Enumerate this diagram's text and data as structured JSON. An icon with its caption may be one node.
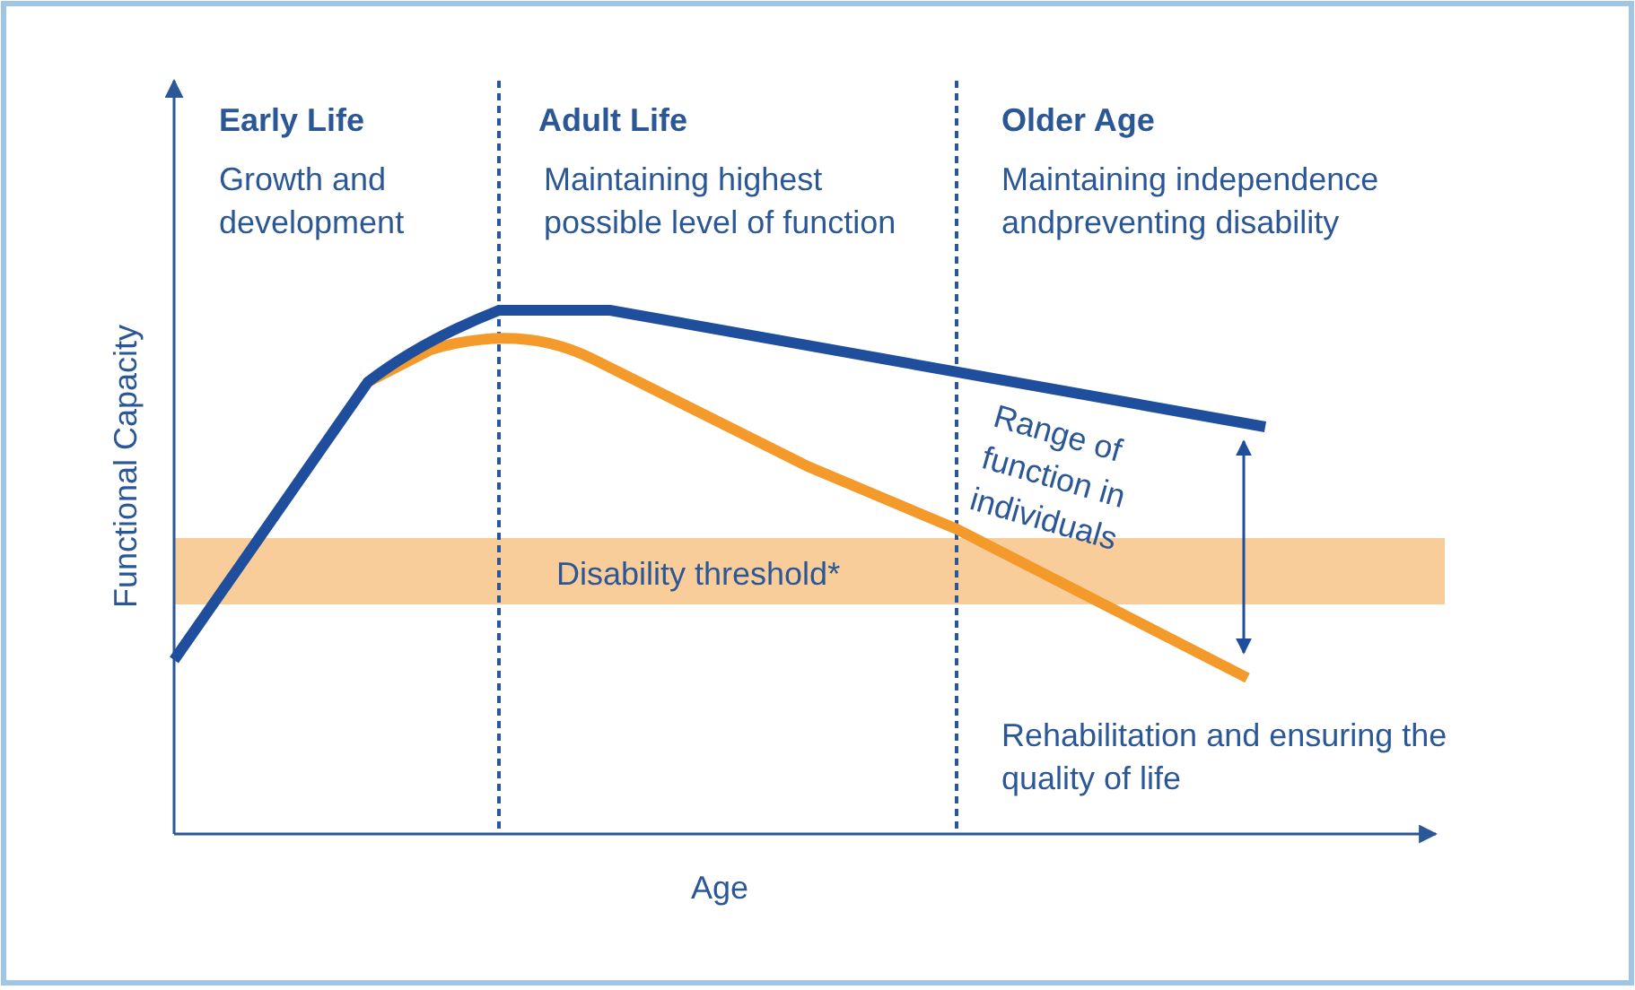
{
  "diagram": {
    "labels": [
      "Early Life",
      "Growth and development",
      "Adult Life",
      "Maintaining highest possible level of function",
      "Older Age",
      "Maintaining independence andpreventing disability",
      "Range of function in individuals",
      "Disability threshold*",
      "Rehabilitation and ensuring the quality of life",
      "Functional Capacity",
      "Age"
    ]
  }
}
